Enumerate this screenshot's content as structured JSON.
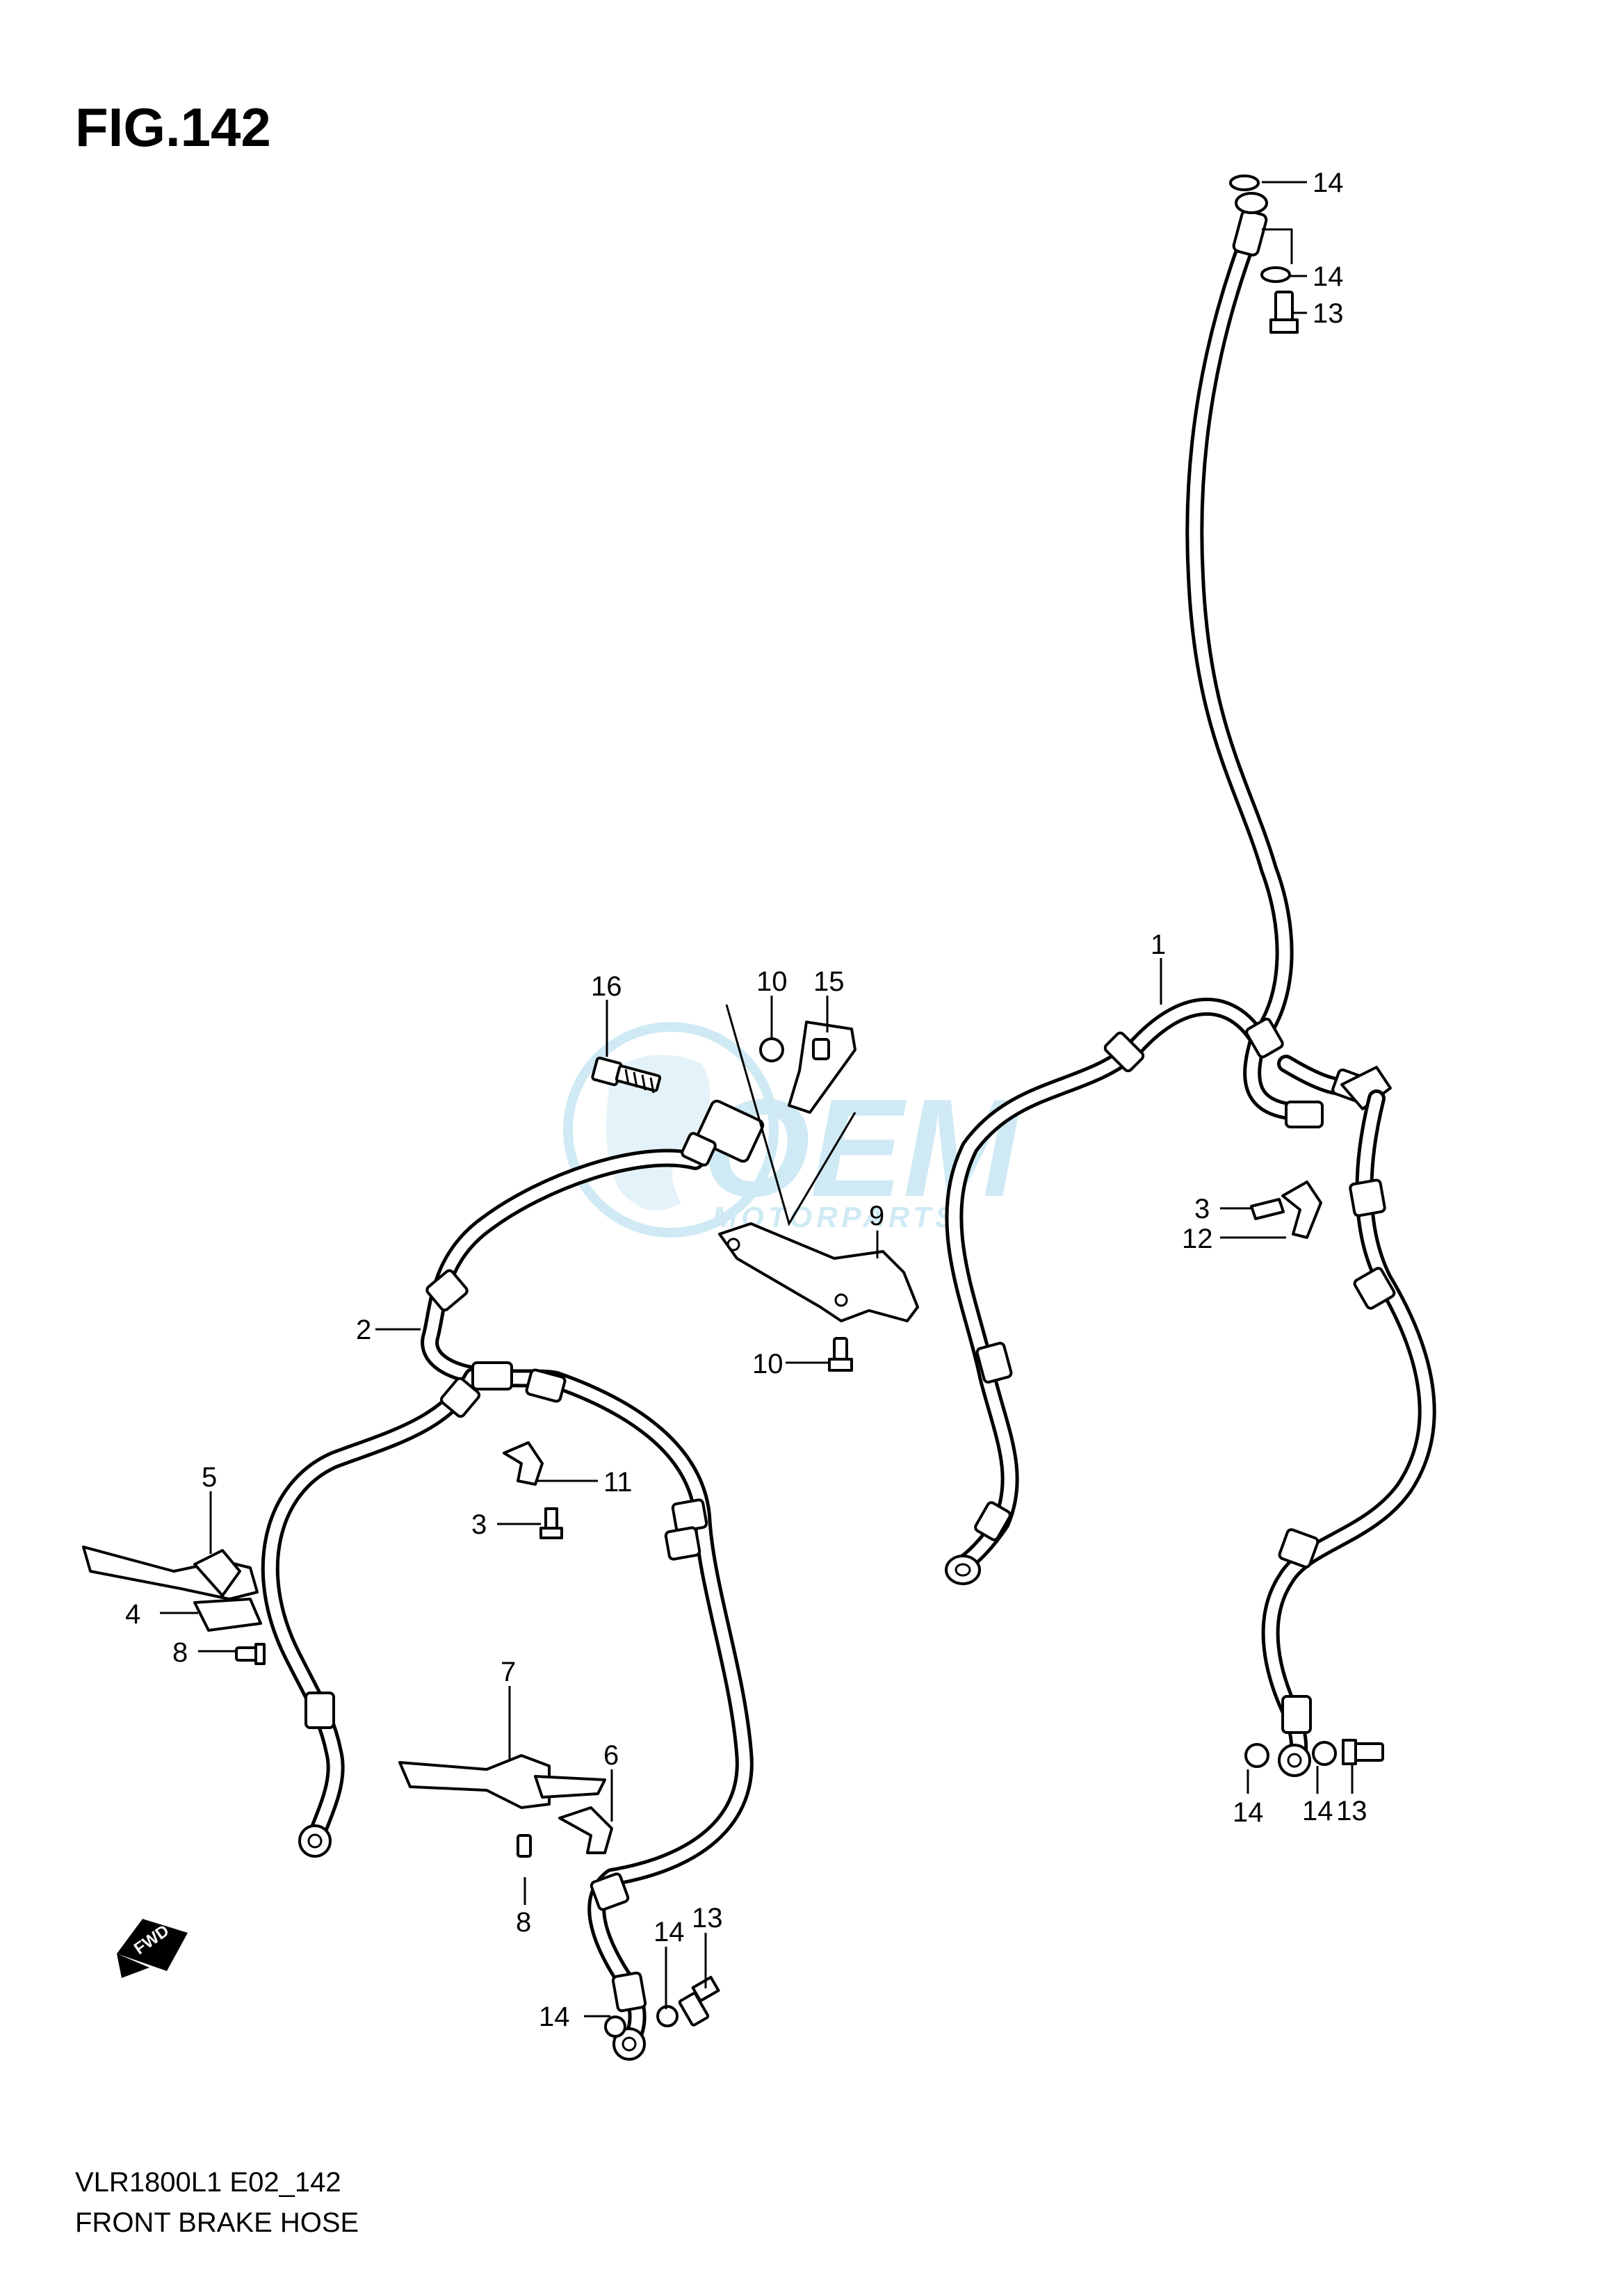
{
  "figure": {
    "title": "FIG.142",
    "model_code": "VLR1800L1 E02_142",
    "caption": "FRONT BRAKE HOSE"
  },
  "watermark": {
    "text": "MOTORPARTS",
    "logo": "OEM"
  },
  "direction_indicator": {
    "label": "FWD",
    "icon": "fwd-arrow-icon"
  },
  "callouts": [
    {
      "id": "c-14a",
      "label": "14"
    },
    {
      "id": "c-14b",
      "label": "14"
    },
    {
      "id": "c-13a",
      "label": "13"
    },
    {
      "id": "c-1",
      "label": "1"
    },
    {
      "id": "c-16",
      "label": "16"
    },
    {
      "id": "c-10a",
      "label": "10"
    },
    {
      "id": "c-15",
      "label": "15"
    },
    {
      "id": "c-9",
      "label": "9"
    },
    {
      "id": "c-10b",
      "label": "10"
    },
    {
      "id": "c-3a",
      "label": "3"
    },
    {
      "id": "c-12",
      "label": "12"
    },
    {
      "id": "c-2",
      "label": "2"
    },
    {
      "id": "c-5",
      "label": "5"
    },
    {
      "id": "c-4",
      "label": "4"
    },
    {
      "id": "c-8a",
      "label": "8"
    },
    {
      "id": "c-11",
      "label": "11"
    },
    {
      "id": "c-3b",
      "label": "3"
    },
    {
      "id": "c-7",
      "label": "7"
    },
    {
      "id": "c-6",
      "label": "6"
    },
    {
      "id": "c-8b",
      "label": "8"
    },
    {
      "id": "c-13b",
      "label": "13"
    },
    {
      "id": "c-14c",
      "label": "14"
    },
    {
      "id": "c-14d",
      "label": "14"
    },
    {
      "id": "c-14e",
      "label": "14"
    },
    {
      "id": "c-14f",
      "label": "14"
    },
    {
      "id": "c-13c",
      "label": "13"
    }
  ]
}
